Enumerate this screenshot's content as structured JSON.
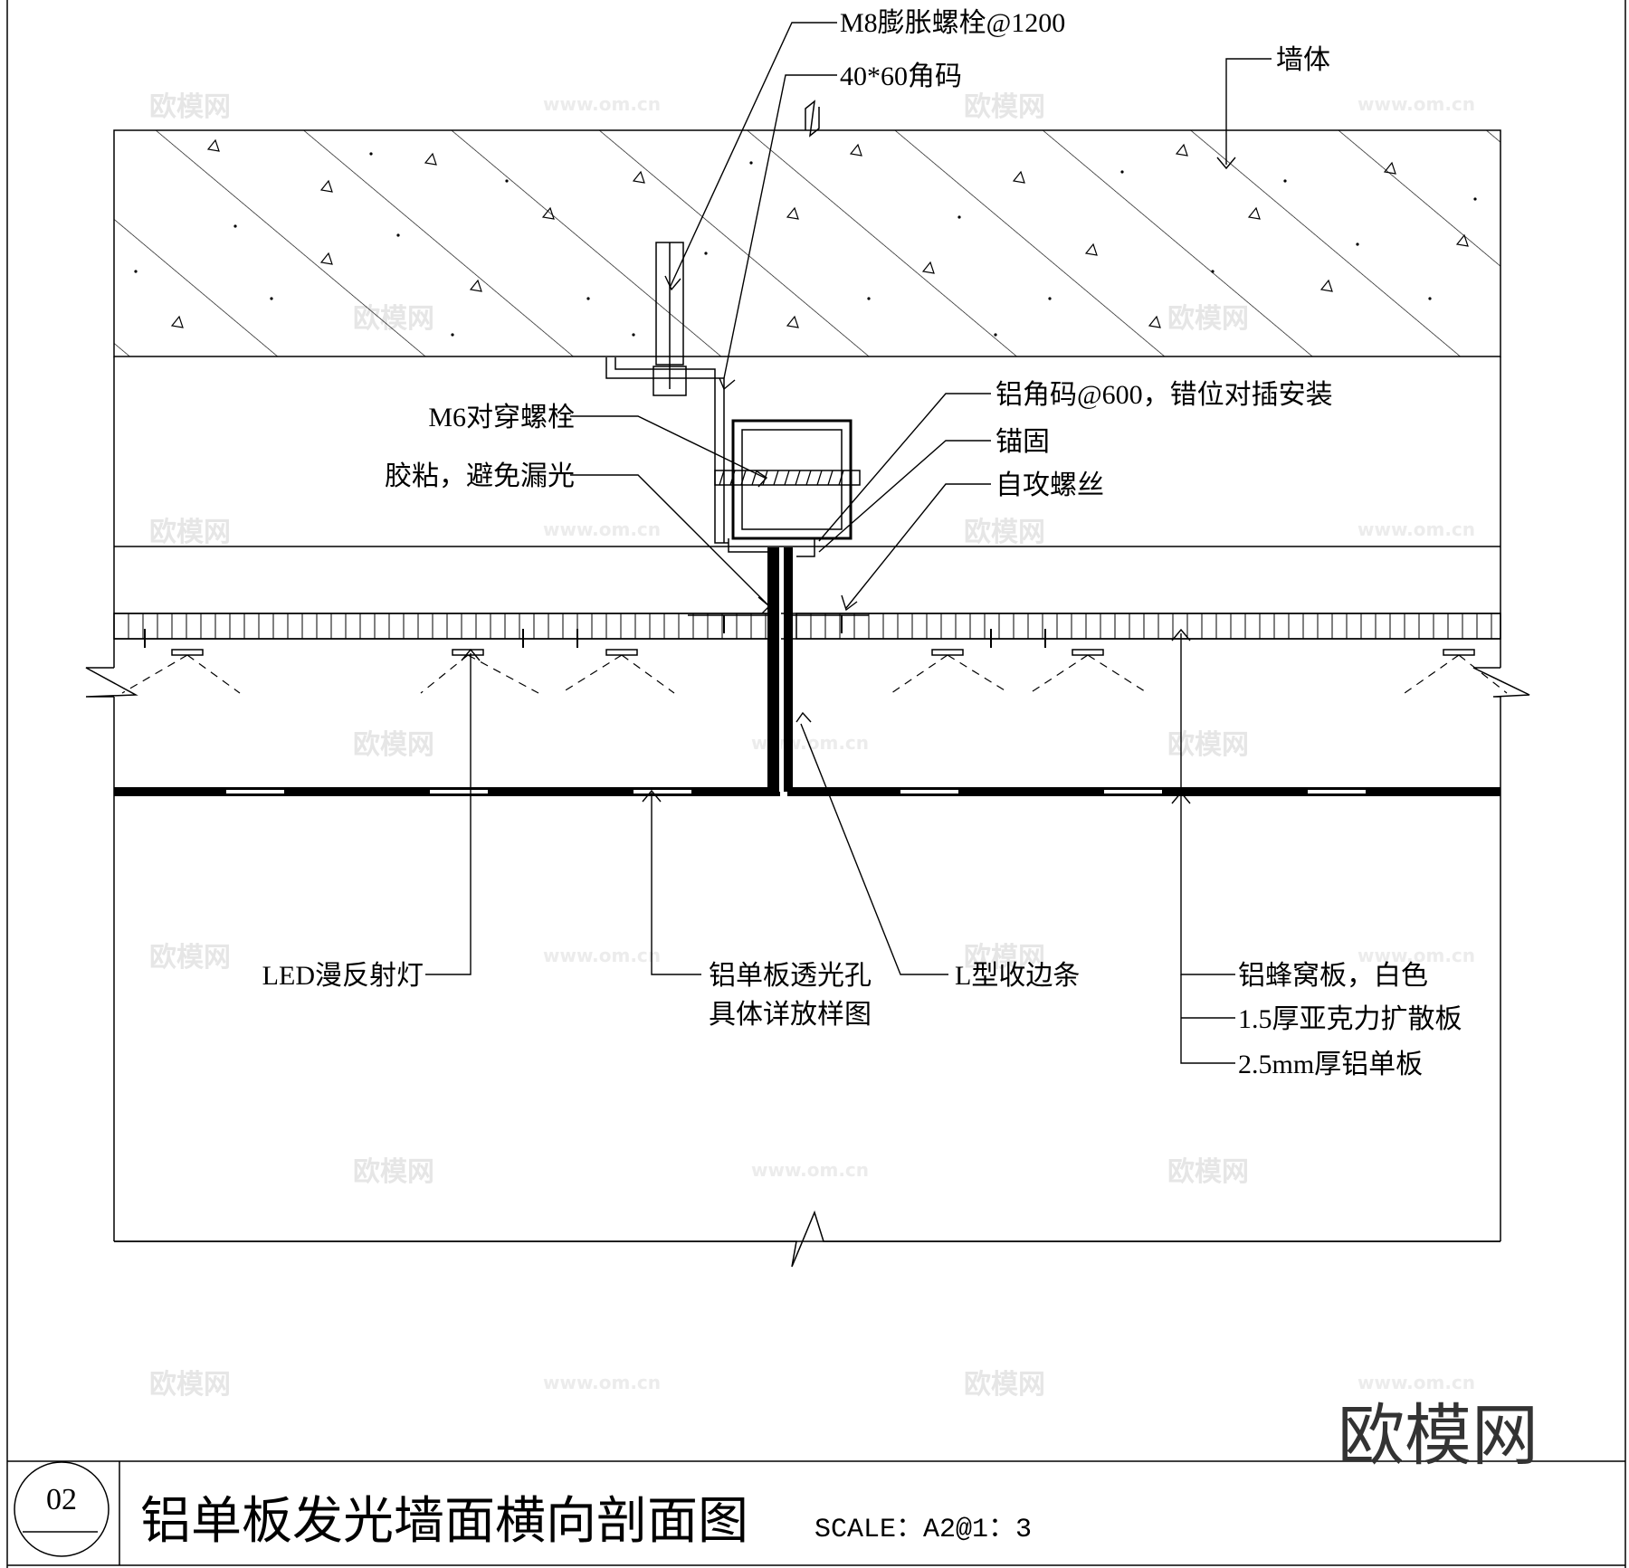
{
  "labels": {
    "m8_bolt": "M8膨胀螺栓@1200",
    "angle_code": "40*60角码",
    "wall": "墙体",
    "alu_angle": "铝角码@600，错位对插安装",
    "anchor": "锚固",
    "self_tap": "自攻螺丝",
    "m6_bolt": "M6对穿螺栓",
    "glue": "胶粘，避免漏光",
    "led": "LED漫反射灯",
    "hole_line1": "铝单板透光孔",
    "hole_line2": "具体详放样图",
    "l_trim": "L型收边条",
    "honeycomb": "铝蜂窝板，白色",
    "acrylic": "1.5厚亚克力扩散板",
    "alu_sheet": "2.5mm厚铝单板"
  },
  "title_block": {
    "number": "02",
    "title": "铝单板发光墙面横向剖面图",
    "scale": "SCALE：A2@1：3"
  },
  "watermarks": {
    "brand": "欧模网",
    "url": "www.om.cn",
    "corner": "欧模网"
  },
  "colors": {
    "line": "#000000",
    "watermark": "#e6e6e6",
    "brand_mark": "#333333"
  }
}
